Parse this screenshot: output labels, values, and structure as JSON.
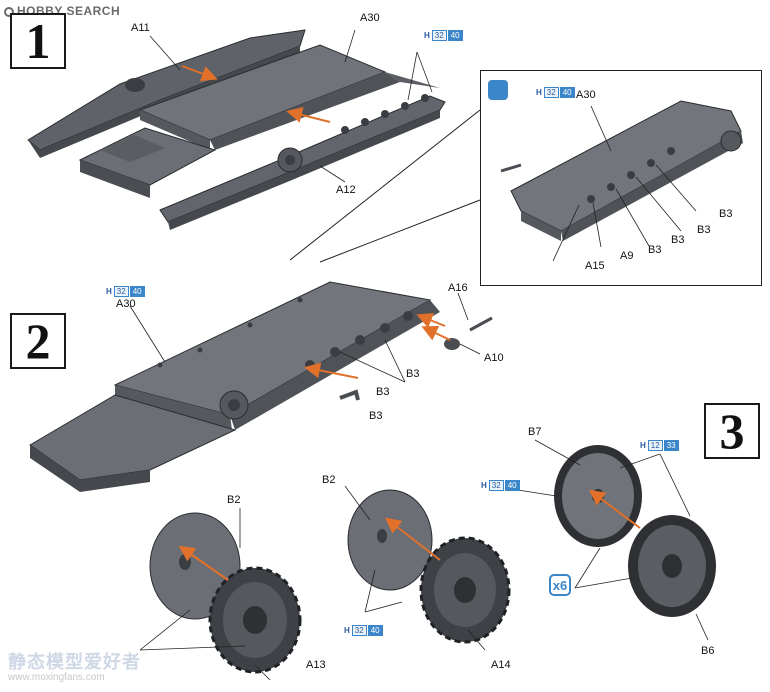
{
  "header": {
    "brand": "HOBBY SEARCH"
  },
  "steps": [
    "1",
    "2",
    "3"
  ],
  "colors": {
    "part_grey": "#6b6e74",
    "part_dark": "#3e4146",
    "part_light": "#8a8d92",
    "arrow": "#e0702a",
    "paint_blue": "#3a86c8"
  },
  "icons": {
    "note": "tool-icon",
    "brand": "hobby-search-logo"
  },
  "paint_refs": {
    "s1": {
      "h": "H",
      "c1": "32",
      "c2": "40"
    },
    "inset": {
      "h": "H",
      "c1": "32",
      "c2": "40"
    },
    "s2": {
      "h": "H",
      "c1": "32",
      "c2": "40"
    },
    "s3a": {
      "h": "H",
      "c1": "32",
      "c2": "40"
    },
    "s3b": {
      "h": "H",
      "c1": "12",
      "c2": "33"
    },
    "s3c": {
      "h": "H",
      "c1": "32",
      "c2": "40"
    }
  },
  "labels": {
    "a11": "A11",
    "a30_s1": "A30",
    "a12": "A12",
    "a30_inset": "A30",
    "b3_i1": "B3",
    "b3_i2": "B3",
    "b3_i3": "B3",
    "b3_i4": "B3",
    "a15": "A15",
    "a9": "A9",
    "a30_s2": "A30",
    "a16": "A16",
    "a10": "A10",
    "b3_s2a": "B3",
    "b3_s2b": "B3",
    "b3_s2c": "B3",
    "b2_left": "B2",
    "a13": "A13",
    "b2_mid": "B2",
    "a14": "A14",
    "b7": "B7",
    "b6": "B6"
  },
  "multiplier": "x6",
  "watermark": {
    "line1": "静态模型爱好者",
    "line2": "www.moxingfans.com"
  }
}
